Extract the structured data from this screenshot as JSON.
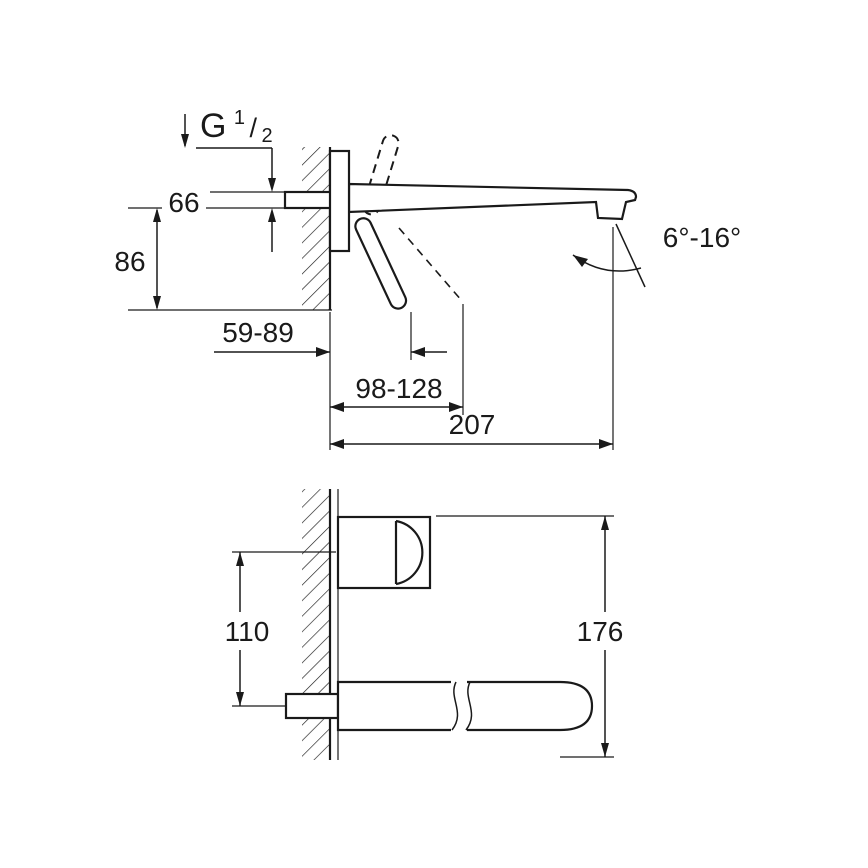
{
  "page": {
    "background": "#ffffff",
    "line_color": "#1a1a1a",
    "description": "Technical dimension drawing of a wall-mounted two-hole basin mixer, side view (top) and front view (bottom)"
  },
  "top_view": {
    "thread_label": {
      "prefix": "G",
      "numerator": "1",
      "slash": "/",
      "denominator": "2"
    },
    "dim_66": "66",
    "dim_86": "86",
    "dim_59_89": "59-89",
    "dim_98_128": "98-128",
    "dim_207": "207",
    "angle_range": "6°-16°"
  },
  "bottom_view": {
    "dim_110": "110",
    "dim_176": "176"
  }
}
